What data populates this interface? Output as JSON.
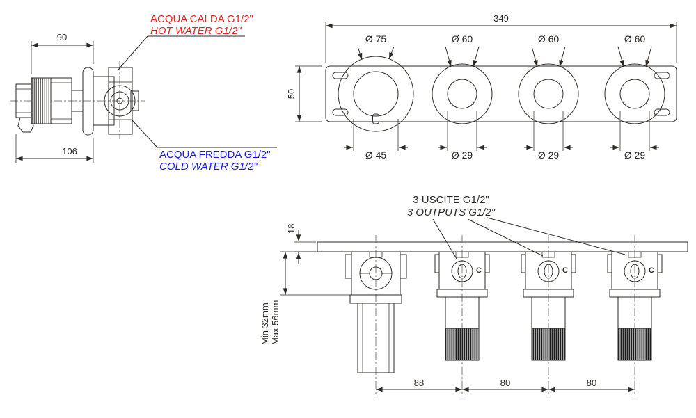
{
  "colors": {
    "ink": "#2d2a26",
    "hot": "#e8231f",
    "cold": "#1a1ae6"
  },
  "side_view": {
    "dim_plate_depth": "90",
    "dim_total_depth": "106",
    "hot_label_line1": "ACQUA CALDA G1/2\"",
    "hot_label_line2": "HOT WATER G1/2\"",
    "cold_label_line1": "ACQUA FREDDA G1/2\"",
    "cold_label_line2": "COLD WATER G1/2\""
  },
  "front_view": {
    "dim_total_width": "349",
    "dim_height": "50",
    "knob_top_diameters": [
      "Ø 75",
      "Ø 60",
      "Ø 60",
      "Ø 60"
    ],
    "knob_bottom_diameters": [
      "Ø 45",
      "Ø 29",
      "Ø 29",
      "Ø 29"
    ]
  },
  "bottom_view": {
    "outputs_label_line1": "3 USCITE G1/2\"",
    "outputs_label_line2": "3 OUTPUTS G1/2\"",
    "dim_plate_thickness": "18",
    "dim_depth_min": "Min 32mm",
    "dim_depth_max": "Max 56mm",
    "port_marks": [
      "C",
      "C",
      "C"
    ],
    "dim_spacings": [
      "88",
      "80",
      "80"
    ]
  }
}
